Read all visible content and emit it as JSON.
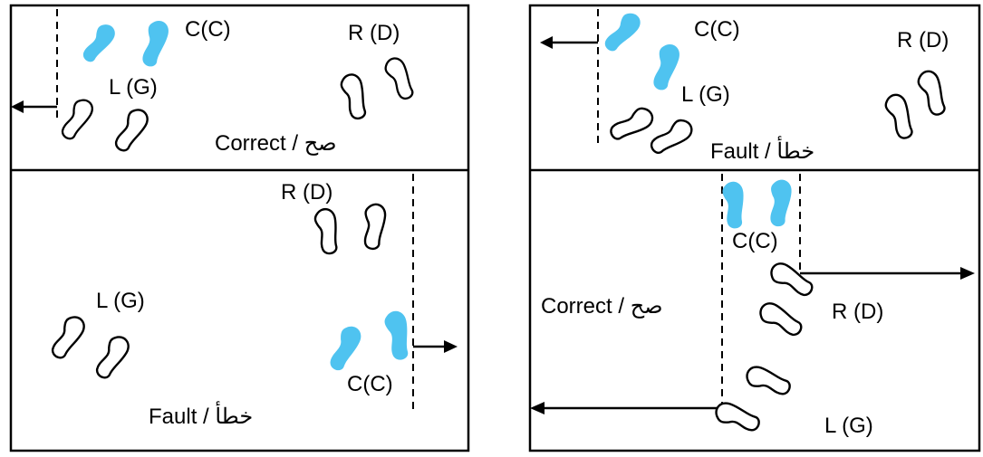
{
  "left_panel": {
    "top": {
      "label_c": "C(C)",
      "label_r": "R (D)",
      "label_l": "L (G)",
      "caption": "Correct / صح"
    },
    "bottom": {
      "label_r": "R (D)",
      "label_l": "L (G)",
      "label_c": "C(C)",
      "caption": "Fault / خطأ"
    }
  },
  "right_panel": {
    "top": {
      "label_c": "C(C)",
      "label_r": "R (D)",
      "label_l": "L (G)",
      "caption": "Fault / خطأ"
    },
    "bottom": {
      "label_c": "C(C)",
      "label_r": "R (D)",
      "label_l": "L (G)",
      "caption": "Correct / صح"
    }
  },
  "colors": {
    "highlight_foot": "#4fc3f0",
    "outline": "#000000"
  }
}
